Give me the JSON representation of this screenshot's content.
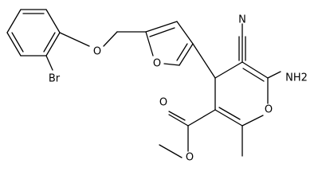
{
  "molecule": {
    "atom_labels": {
      "br": "Br",
      "o_ether": "O",
      "o_furan": "O",
      "n_nitrile": "N",
      "nh2": "NH2",
      "o_carbonyl": "O",
      "o_methoxy": "O",
      "o_pyran": "O"
    },
    "colors": {
      "bond": "#000000",
      "text": "#000000",
      "background": "#ffffff"
    }
  }
}
